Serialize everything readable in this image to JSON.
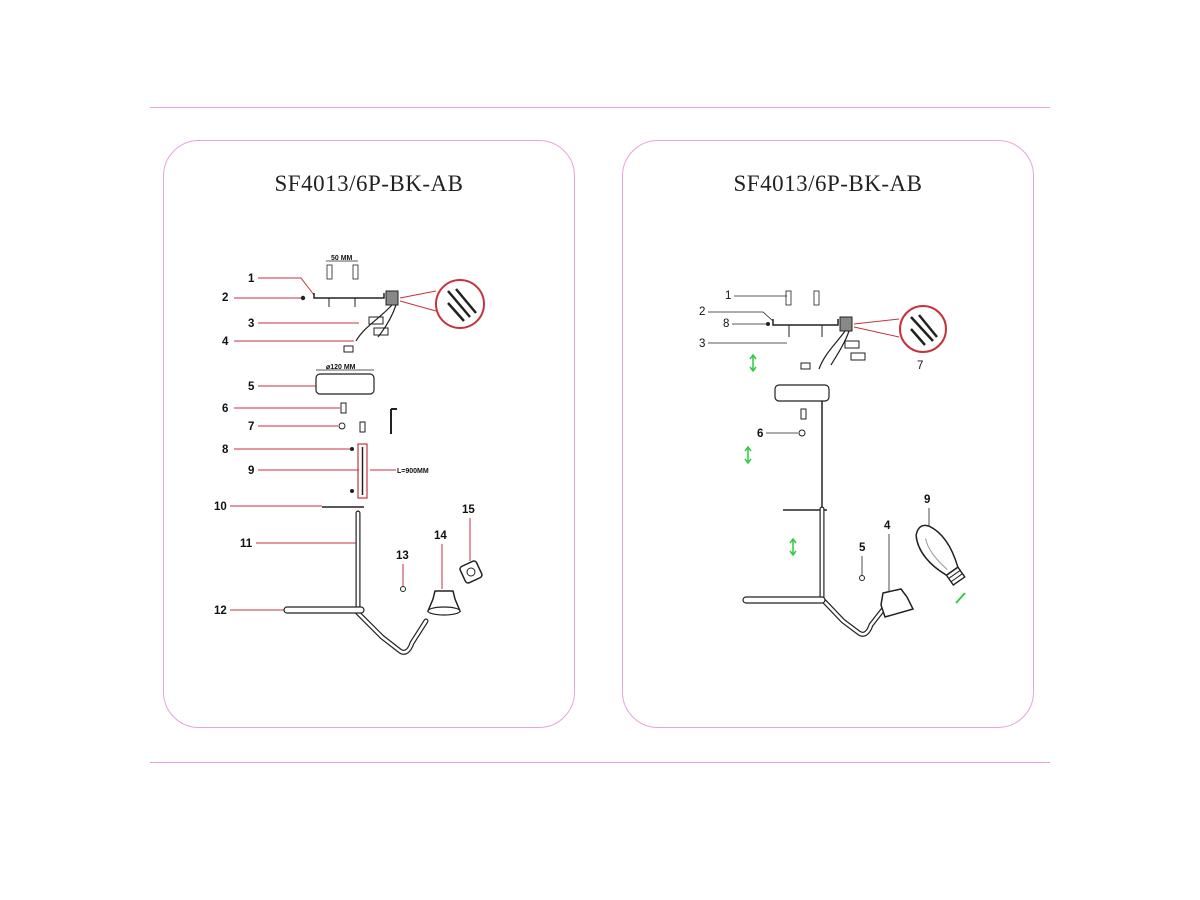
{
  "page": {
    "colors": {
      "frame": "#e7a3de",
      "leader": "#c8323c",
      "line": "#222222",
      "arrow": "#2ecc40"
    }
  },
  "left_panel": {
    "title": "SF4013/6P-BK-AB",
    "labels": [
      "1",
      "2",
      "3",
      "4",
      "5",
      "6",
      "7",
      "8",
      "9",
      "10",
      "11",
      "12",
      "13",
      "14",
      "15"
    ],
    "dim_top": "50 MM",
    "dim_canopy": "⌀120 MM",
    "dim_rod": "L=900MM"
  },
  "right_panel": {
    "title": "SF4013/6P-BK-AB",
    "labels": [
      "1",
      "2",
      "8",
      "3",
      "7",
      "6",
      "5",
      "4",
      "9"
    ]
  }
}
